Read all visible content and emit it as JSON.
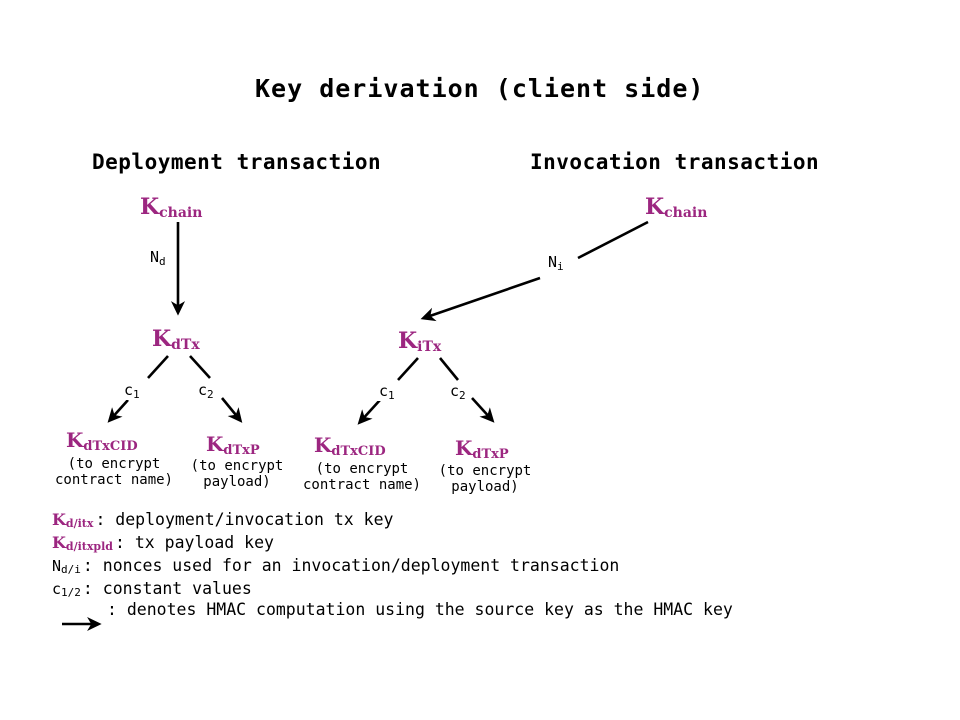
{
  "title": "Key derivation (client side)",
  "sections": [
    {
      "id": "deployment",
      "heading": "Deployment transaction"
    },
    {
      "id": "invocation",
      "heading": "Invocation transaction"
    }
  ],
  "nodes": {
    "left_root": {
      "base": "K",
      "sub": "chain"
    },
    "right_root": {
      "base": "K",
      "sub": "chain"
    },
    "left_mid": {
      "base": "K",
      "sub": "dTx"
    },
    "right_mid": {
      "base": "K",
      "sub": "iTx"
    },
    "left_leaf_1": {
      "base": "K",
      "sub": "dTxCID"
    },
    "left_leaf_2": {
      "base": "K",
      "sub": "dTxP"
    },
    "right_leaf_1": {
      "base": "K",
      "sub": "dTxCID"
    },
    "right_leaf_2": {
      "base": "K",
      "sub": "dTxP"
    }
  },
  "edge_labels": {
    "left_nonce": {
      "base": "N",
      "sub": "d"
    },
    "right_nonce": {
      "base": "N",
      "sub": "i"
    },
    "left_c1": {
      "base": "c",
      "sub": "1"
    },
    "left_c2": {
      "base": "c",
      "sub": "2"
    },
    "right_c1": {
      "base": "c",
      "sub": "1"
    },
    "right_c2": {
      "base": "c",
      "sub": "2"
    }
  },
  "leaf_descriptions": {
    "left_leaf_1": {
      "line1": "(to encrypt",
      "line2": "contract name)"
    },
    "left_leaf_2": {
      "line1": "(to encrypt",
      "line2": "payload)"
    },
    "right_leaf_1": {
      "line1": "(to encrypt",
      "line2": "contract name)"
    },
    "right_leaf_2": {
      "line1": "(to encrypt",
      "line2": "payload)"
    }
  },
  "legend": [
    {
      "symbol_base": "K",
      "symbol_sub": "d/itx",
      "symbol_color": "purple",
      "text": ": deployment/invocation tx key"
    },
    {
      "symbol_base": "K",
      "symbol_sub": "d/itxpld",
      "symbol_color": "purple",
      "text": ": tx payload key"
    },
    {
      "symbol_base": "N",
      "symbol_sub": "d/i",
      "symbol_color": "black",
      "text": ": nonces used for an invocation/deployment transaction"
    },
    {
      "symbol_base": "c",
      "symbol_sub": "1/2",
      "symbol_color": "black",
      "text": ": constant values"
    },
    {
      "symbol_base": "",
      "symbol_sub": "",
      "symbol_color": "black",
      "text": ": denotes HMAC computation using the source key as the HMAC key",
      "symbol_icon": "right-arrow-icon"
    }
  ],
  "colors": {
    "key_purple": "#9c2680",
    "ink_black": "#000000",
    "background": "#ffffff"
  }
}
